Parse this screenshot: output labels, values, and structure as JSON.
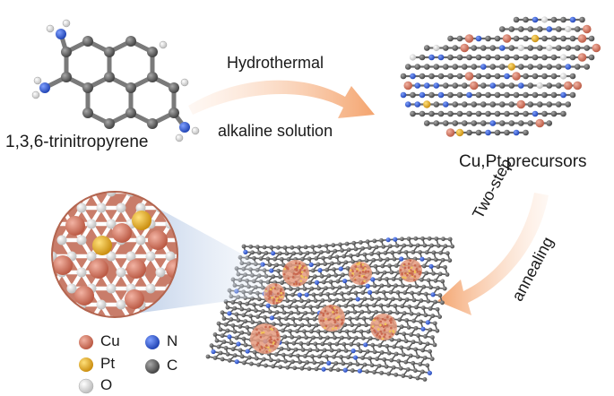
{
  "molecule_label": "1,3,6-trinitropyrene",
  "step1": {
    "line1": "Hydrothermal",
    "line2": "alkaline solution"
  },
  "precursor_label": "Cu,Pt precursors",
  "step2": {
    "line1": "Two-step",
    "line2": "annealing"
  },
  "legend": [
    {
      "symbol": "Cu",
      "color": "#d9775f"
    },
    {
      "symbol": "Pt",
      "color": "#e8a61c"
    },
    {
      "symbol": "O",
      "color": "#e6e6e6"
    },
    {
      "symbol": "N",
      "color": "#2a57d6"
    },
    {
      "symbol": "C",
      "color": "#4a4a4a"
    }
  ],
  "colors": {
    "arrow": "#f5b489",
    "carbon": "#5a5a5a",
    "nitrogen": "#2a57d6",
    "copper": "#d9775f",
    "platinum": "#e8a61c",
    "hydrogen": "#f2f2f2",
    "zoom_bg": "#c97d6a"
  }
}
